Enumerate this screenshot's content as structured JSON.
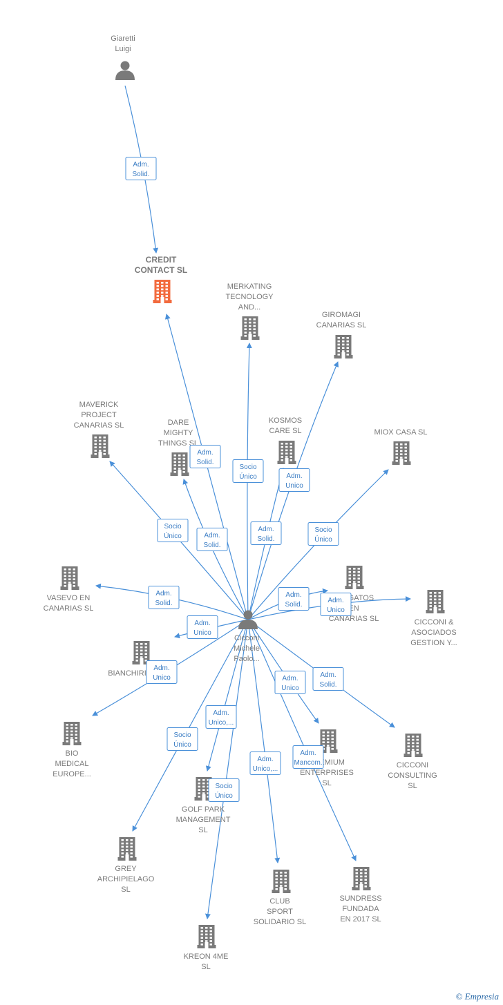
{
  "colors": {
    "edge": "#4a90d9",
    "company": "#7a7a7a",
    "highlight": "#f26a3d",
    "person": "#7a7a7a"
  },
  "nodes": [
    {
      "id": "giaretti",
      "type": "person",
      "label": [
        "Giaretti",
        "Luigi"
      ]
    },
    {
      "id": "credit",
      "type": "company",
      "label": [
        "CREDIT",
        "CONTACT  SL"
      ],
      "highlight": true
    },
    {
      "id": "merkating",
      "type": "company",
      "label": [
        "MERKATING",
        "TECNOLOGY",
        "AND..."
      ]
    },
    {
      "id": "giromagi",
      "type": "company",
      "label": [
        "GIROMAGI",
        "CANARIAS  SL"
      ]
    },
    {
      "id": "maverick",
      "type": "company",
      "label": [
        "MAVERICK",
        "PROJECT",
        "CANARIAS  SL"
      ]
    },
    {
      "id": "dare",
      "type": "company",
      "label": [
        "DARE",
        "MIGHTY",
        "THINGS  SL"
      ]
    },
    {
      "id": "kosmos",
      "type": "company",
      "label": [
        "KOSMOS",
        "CARE  SL"
      ]
    },
    {
      "id": "miox",
      "type": "company",
      "label": [
        "MIOX CASA  SL"
      ]
    },
    {
      "id": "vasevo",
      "type": "company",
      "label": [
        "VASEVO EN",
        "CANARIAS  SL"
      ]
    },
    {
      "id": "alegatos",
      "type": "company",
      "label": [
        "ALEGATOS",
        "EN",
        "CANARIAS  SL"
      ]
    },
    {
      "id": "cicconi_asoc",
      "type": "company",
      "label": [
        "CICCONI &",
        "ASOCIADOS",
        "GESTION Y..."
      ]
    },
    {
      "id": "cicconi",
      "type": "person",
      "label": [
        "Cicconi",
        "Michele",
        "Paolo..."
      ]
    },
    {
      "id": "bianchiri",
      "type": "company",
      "label": [
        "BIANCHIRI"
      ]
    },
    {
      "id": "bio",
      "type": "company",
      "label": [
        "BIO",
        "MEDICAL",
        "EUROPE..."
      ]
    },
    {
      "id": "premium",
      "type": "company",
      "label": [
        "PREMIUM",
        "ENTERPRISES",
        "SL"
      ]
    },
    {
      "id": "cicconi_cons",
      "type": "company",
      "label": [
        "CICCONI",
        "CONSULTING",
        "SL"
      ]
    },
    {
      "id": "golf",
      "type": "company",
      "label": [
        "GOLF PARK",
        "MANAGEMENT",
        "SL"
      ]
    },
    {
      "id": "grey",
      "type": "company",
      "label": [
        "GREY",
        "ARCHIPIELAGO",
        "SL"
      ]
    },
    {
      "id": "club",
      "type": "company",
      "label": [
        "CLUB",
        "SPORT",
        "SOLIDARIO  SL"
      ]
    },
    {
      "id": "sundress",
      "type": "company",
      "label": [
        "SUNDRESS",
        "FUNDADA",
        "EN 2017  SL"
      ]
    },
    {
      "id": "kreon",
      "type": "company",
      "label": [
        "KREON 4ME",
        "SL"
      ]
    }
  ],
  "edges": [
    {
      "from": "giaretti",
      "to": "credit",
      "label": [
        "Adm.",
        "Solid."
      ]
    },
    {
      "from": "cicconi",
      "to": "credit",
      "label": [
        "Adm.",
        "Solid."
      ]
    },
    {
      "from": "cicconi",
      "to": "merkating",
      "label": [
        "Socio",
        "Único"
      ]
    },
    {
      "from": "cicconi",
      "to": "giromagi",
      "label": [
        "Adm.",
        "Unico"
      ]
    },
    {
      "from": "cicconi",
      "to": "maverick",
      "label": [
        "Socio",
        "Único"
      ]
    },
    {
      "from": "cicconi",
      "to": "dare",
      "label": [
        "Adm.",
        "Solid."
      ]
    },
    {
      "from": "cicconi",
      "to": "kosmos",
      "label": [
        "Adm.",
        "Solid."
      ]
    },
    {
      "from": "cicconi",
      "to": "miox",
      "label": [
        "Socio",
        "Único"
      ]
    },
    {
      "from": "cicconi",
      "to": "vasevo",
      "label": [
        "Adm.",
        "Solid."
      ]
    },
    {
      "from": "cicconi",
      "to": "alegatos",
      "label": [
        "Adm.",
        "Solid."
      ]
    },
    {
      "from": "cicconi",
      "to": "cicconi_asoc",
      "label": [
        "Adm.",
        "Unico"
      ]
    },
    {
      "from": "cicconi",
      "to": "bianchiri",
      "label": [
        "Adm.",
        "Unico"
      ]
    },
    {
      "from": "cicconi",
      "to": "bio",
      "label": [
        "Adm.",
        "Unico"
      ]
    },
    {
      "from": "cicconi",
      "to": "premium",
      "label": [
        "Adm.",
        "Unico"
      ]
    },
    {
      "from": "cicconi",
      "to": "cicconi_cons",
      "label": [
        "Adm.",
        "Solid."
      ]
    },
    {
      "from": "cicconi",
      "to": "golf",
      "label": [
        "Adm.",
        "Unico,..."
      ]
    },
    {
      "from": "cicconi",
      "to": "grey",
      "label": [
        "Socio",
        "Único"
      ]
    },
    {
      "from": "cicconi",
      "to": "club",
      "label": [
        "Adm.",
        "Unico,..."
      ]
    },
    {
      "from": "cicconi",
      "to": "sundress",
      "label": [
        "Adm.",
        "Mancom."
      ]
    },
    {
      "from": "cicconi",
      "to": "kreon",
      "label": [
        "Socio",
        "Único"
      ]
    }
  ],
  "credit": {
    "symbol": "©",
    "brand": "Empresia"
  }
}
